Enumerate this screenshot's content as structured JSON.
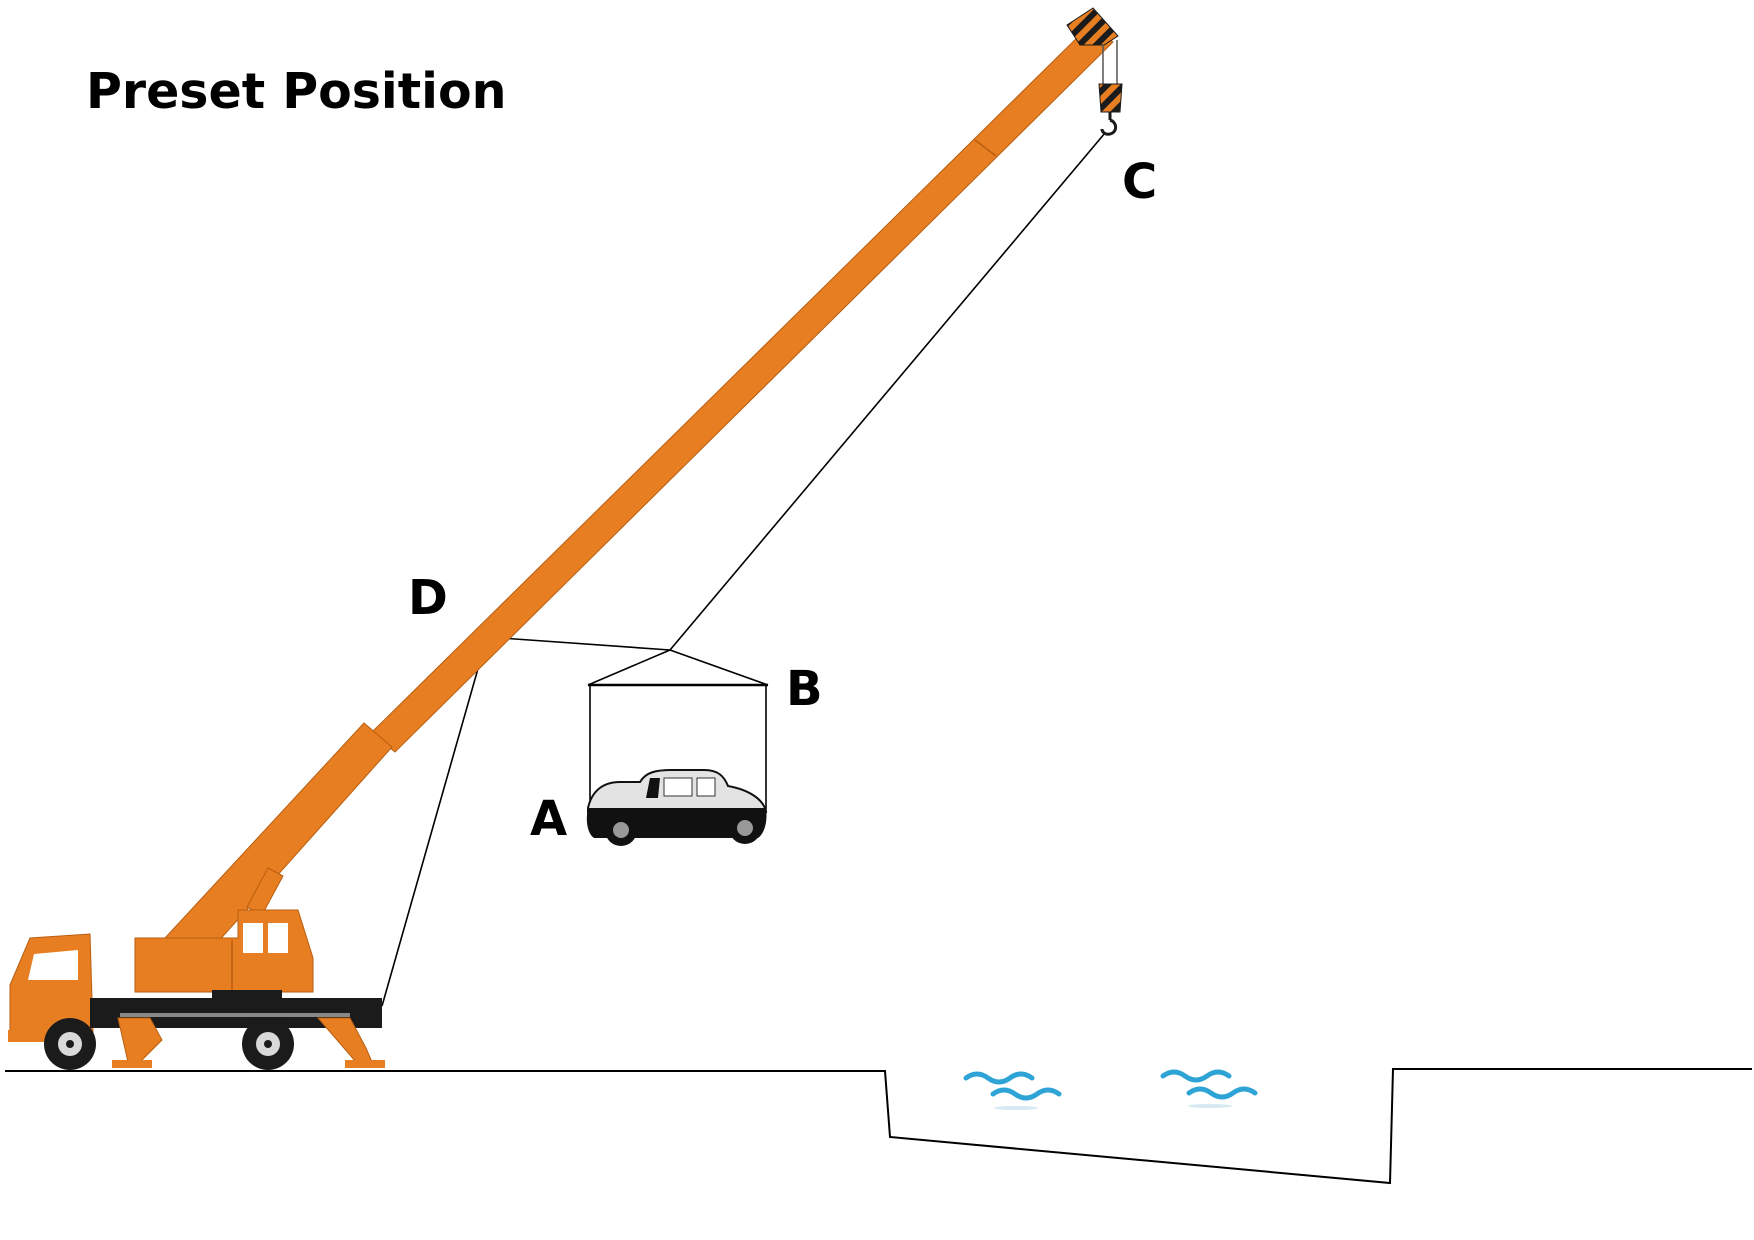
{
  "title": "Preset Position",
  "points": {
    "A": "A",
    "B": "B",
    "C": "C",
    "D": "D"
  },
  "colors": {
    "crane_orange": "#E87E22",
    "crane_dark": "#1B1B1B",
    "water_blue": "#2EA3D6",
    "line": "#000000",
    "car_light": "#E3E3E3",
    "car_dark": "#111111"
  },
  "icons": [
    "crane-truck-icon",
    "car-icon",
    "hook-icon",
    "water-waves-icon"
  ]
}
